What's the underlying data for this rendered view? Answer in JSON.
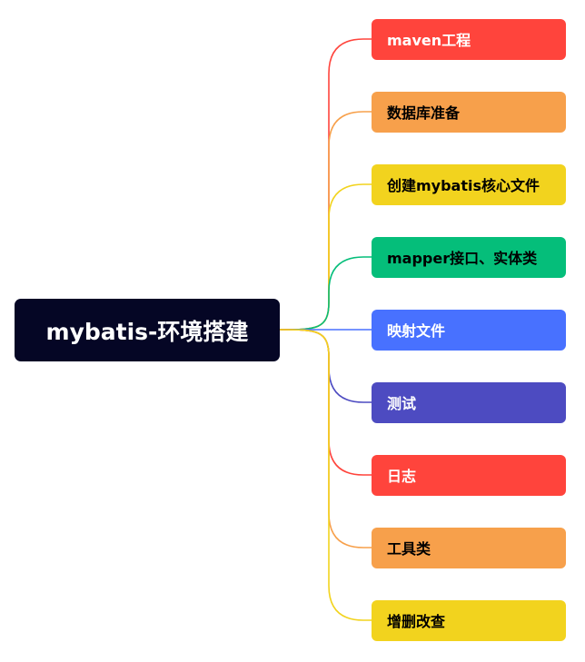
{
  "root": {
    "label": "mybatis-环境搭建",
    "color": "#050625",
    "text_color": "#ffffff"
  },
  "branches": [
    {
      "label": "maven工程",
      "color": "#FF443C",
      "text_color": "#ffffff"
    },
    {
      "label": "数据库准备",
      "color": "#F7A04B",
      "text_color": "#000000"
    },
    {
      "label": "创建mybatis核心文件",
      "color": "#F2D31E",
      "text_color": "#000000"
    },
    {
      "label": "mapper接口、实体类",
      "color": "#05BE7A",
      "text_color": "#000000"
    },
    {
      "label": "映射文件",
      "color": "#4871FF",
      "text_color": "#ffffff"
    },
    {
      "label": "测试",
      "color": "#4D4BC1",
      "text_color": "#ffffff"
    },
    {
      "label": "日志",
      "color": "#FF443C",
      "text_color": "#ffffff"
    },
    {
      "label": "工具类",
      "color": "#F7A04B",
      "text_color": "#000000"
    },
    {
      "label": "增删改查",
      "color": "#F2D31E",
      "text_color": "#000000"
    }
  ]
}
